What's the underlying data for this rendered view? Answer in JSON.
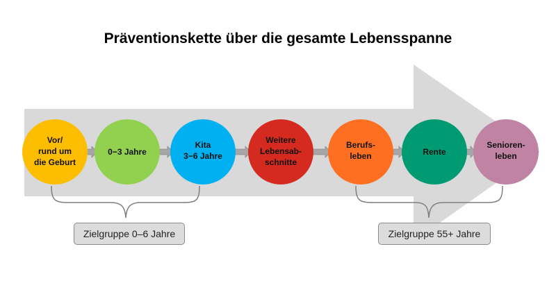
{
  "title": "Präventionskette über die gesamte Lebensspanne",
  "stages": [
    {
      "lines": [
        "Vor/",
        "rund um",
        "die Geburt"
      ],
      "color": "#FDBD00"
    },
    {
      "lines": [
        "0−3 Jahre"
      ],
      "color": "#92D050"
    },
    {
      "lines": [
        "Kita",
        "3−6 Jahre"
      ],
      "color": "#00B0F0"
    },
    {
      "lines": [
        "Weitere",
        "Lebensab-",
        "schnitte"
      ],
      "color": "#D42A20"
    },
    {
      "lines": [
        "Berufs-",
        "leben"
      ],
      "color": "#FF6F21"
    },
    {
      "lines": [
        "Rente"
      ],
      "color": "#009B72"
    },
    {
      "lines": [
        "Senioren-",
        "leben"
      ],
      "color": "#C083A3"
    }
  ],
  "groups": [
    {
      "label": "Zielgruppe 0–6 Jahre"
    },
    {
      "label": "Zielgruppe 55+ Jahre"
    }
  ],
  "colors": {
    "big_arrow": "#D9D9D9",
    "connector": "#A6A6A6",
    "brace": "#7F7F7F"
  }
}
